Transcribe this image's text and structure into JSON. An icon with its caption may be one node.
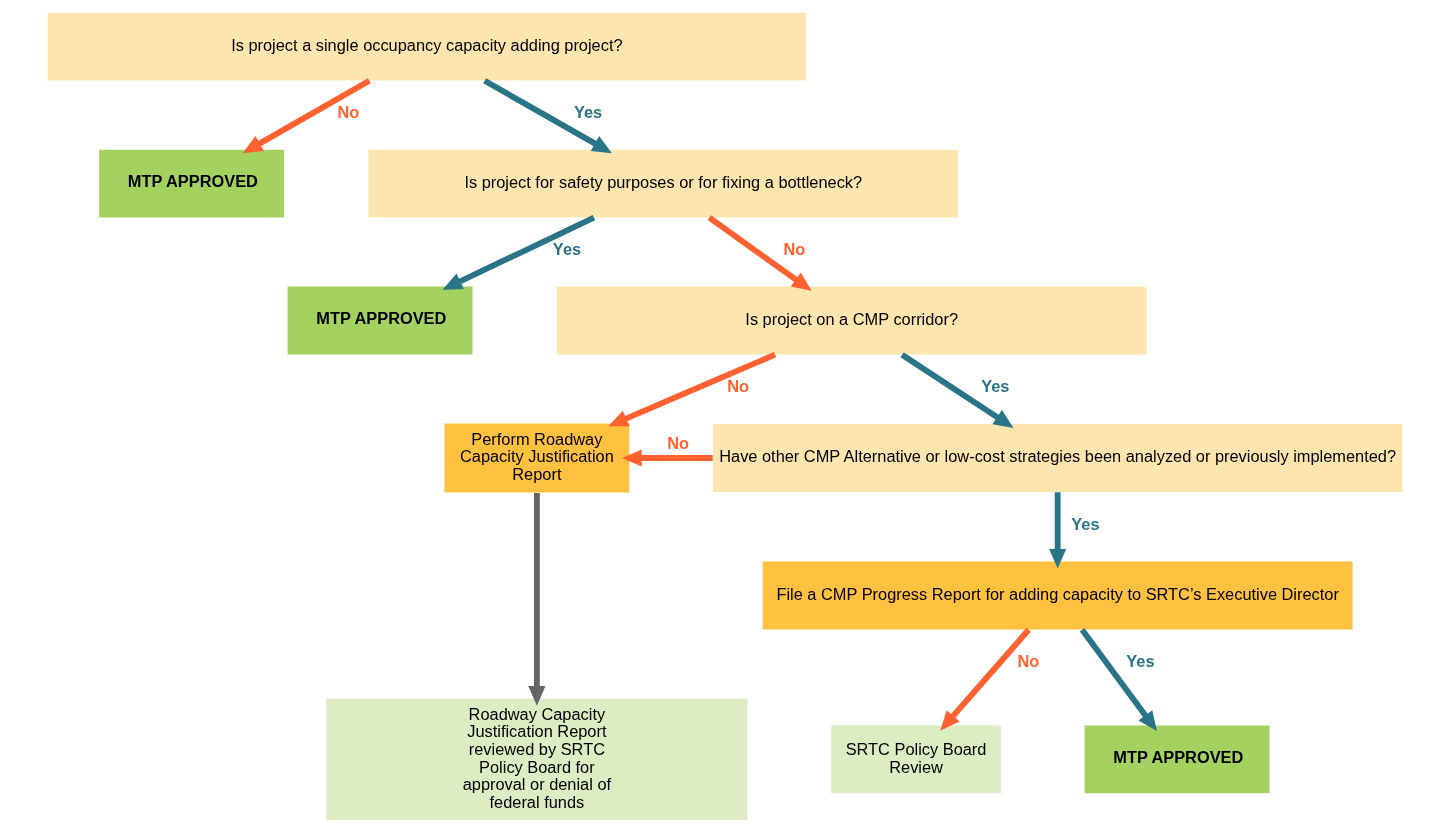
{
  "diagram": {
    "nodes": [
      {
        "text": [
          "Is project a single occupancy capacity adding project?"
        ]
      },
      {
        "text": [
          "MTP APPROVED"
        ]
      },
      {
        "text": [
          "Is project for safety purposes or for fixing a bottleneck?"
        ]
      },
      {
        "text": [
          "MTP APPROVED"
        ]
      },
      {
        "text": [
          "Is project on a CMP corridor?"
        ]
      },
      {
        "text": [
          "Perform Roadway Capacity Justification Report"
        ]
      },
      {
        "text": [
          "Have other CMP Alternative or low-cost strategies been analyzed or previously implemented?"
        ]
      },
      {
        "text": [
          "File a CMP Progress Report for adding capacity to SRTC’s Executive Director"
        ]
      },
      {
        "text": [
          "Roadway Capacity Justification Report reviewed by SRTC Policy Board for approval or denial of federal funds"
        ]
      },
      {
        "text": [
          "SRTC Policy Board Review"
        ]
      },
      {
        "text": [
          "MTP APPROVED"
        ]
      }
    ],
    "edges": [
      {
        "from": 0,
        "to": 1,
        "arrow": "to",
        "label": "No",
        "color": "#ff6130"
      },
      {
        "from": 0,
        "to": 2,
        "arrow": "to",
        "label": "Yes",
        "color": "#2a7487"
      },
      {
        "from": 2,
        "to": 3,
        "arrow": "to",
        "label": "Yes",
        "color": "#2a7487"
      },
      {
        "from": 2,
        "to": 4,
        "arrow": "to",
        "label": "No",
        "color": "#ff6130"
      },
      {
        "from": 4,
        "to": 5,
        "arrow": "to",
        "label": "No",
        "color": "#ff6130"
      },
      {
        "from": 4,
        "to": 6,
        "arrow": "to",
        "label": "Yes",
        "color": "#2a7487"
      },
      {
        "from": 6,
        "to": 5,
        "arrow": "to",
        "label": "No",
        "color": "#ff6130"
      },
      {
        "from": 6,
        "to": 7,
        "arrow": "to",
        "label": "Yes",
        "color": "#2a7487"
      },
      {
        "from": 5,
        "to": 8,
        "arrow": "to",
        "color": "#636466"
      },
      {
        "from": 7,
        "to": 9,
        "arrow": "to",
        "label": "No",
        "color": "#ff6130"
      },
      {
        "from": 7,
        "to": 10,
        "arrow": "to",
        "label": "Yes",
        "color": "#2a7487"
      }
    ]
  }
}
